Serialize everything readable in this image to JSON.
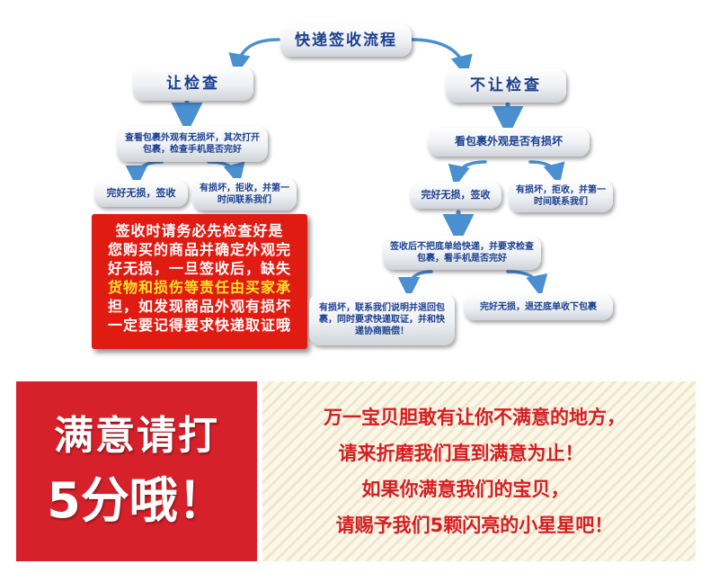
{
  "title": "快递签收流程",
  "left_branch": {
    "label": "让检查",
    "step": "查看包裹外观有无损坏，其次打开包裹，检查手机是否完好",
    "ok": "完好无损，签收",
    "damaged": "有损坏，拒收，并第一时间联系我们"
  },
  "right_branch": {
    "label": "不让检查",
    "step": "看包裹外观是否有损坏",
    "ok": "完好无损，签收",
    "damaged": "有损坏，拒收，并第一时间联系我们",
    "next": "签收后不把底单给快递，并要求检查包裹，看手机是否完好",
    "final_damaged": "有损坏，联系我们说明并退回包裹，同时要求快递取证，并和快递协商赔偿！",
    "final_ok": "完好无损，退还底单收下包裹"
  },
  "warning": {
    "line1": "签收时请务必先检查好是",
    "line2": "您购买的商品并确定外观完",
    "line3": "好无损，一旦签收后，缺失",
    "line4": "货物和损伤等责任由买家承",
    "line5": "担，如发现商品外观有损坏",
    "line6": "一定要记得要求快递取证哦"
  },
  "banner": {
    "left_line1": "满意请打",
    "left_line2": "5分哦！",
    "right_lines": [
      "万一宝贝胆敢有让你不满意的地方，",
      "请来折磨我们直到满意为止！",
      "如果你满意我们的宝贝，",
      "请赐予我们5颗闪亮的小星星吧！"
    ]
  },
  "colors": {
    "pill_text": "#1a3f8f",
    "arrow": "#4a8fd0",
    "warning_bg": "#e01b12",
    "warning_highlight": "#ffe22b",
    "banner_red": "#d6202a",
    "banner_text_red": "#d41e22"
  }
}
